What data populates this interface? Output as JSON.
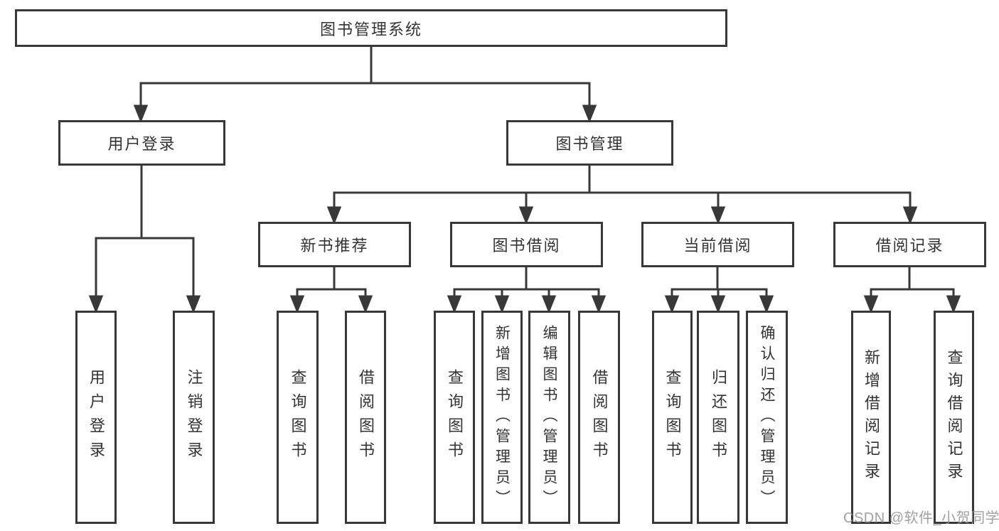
{
  "tree": {
    "label": "图书管理系统",
    "children": [
      {
        "label": "用户登录",
        "children": [
          {
            "label": "用户登录"
          },
          {
            "label": "注销登录"
          }
        ]
      },
      {
        "label": "图书管理",
        "children": [
          {
            "label": "新书推荐",
            "children": [
              {
                "label": "查询图书"
              },
              {
                "label": "借阅图书"
              }
            ]
          },
          {
            "label": "图书借阅",
            "children": [
              {
                "label": "查询图书"
              },
              {
                "label": "新增图书（管理员）"
              },
              {
                "label": "编辑图书（管理员）"
              },
              {
                "label": "借阅图书"
              }
            ]
          },
          {
            "label": "当前借阅",
            "children": [
              {
                "label": "查询图书"
              },
              {
                "label": "归还图书"
              },
              {
                "label": "确认归还（管理员）"
              }
            ]
          },
          {
            "label": "借阅记录",
            "children": [
              {
                "label": "新增借阅记录"
              },
              {
                "label": "查询借阅记录"
              }
            ]
          }
        ]
      }
    ]
  },
  "watermark": {
    "text": "CSDN @软件_小贺同学"
  },
  "colors": {
    "line": "#383838",
    "box_border": "#383838",
    "text": "#333333",
    "watermark": "#919191",
    "background": "#ffffff"
  }
}
